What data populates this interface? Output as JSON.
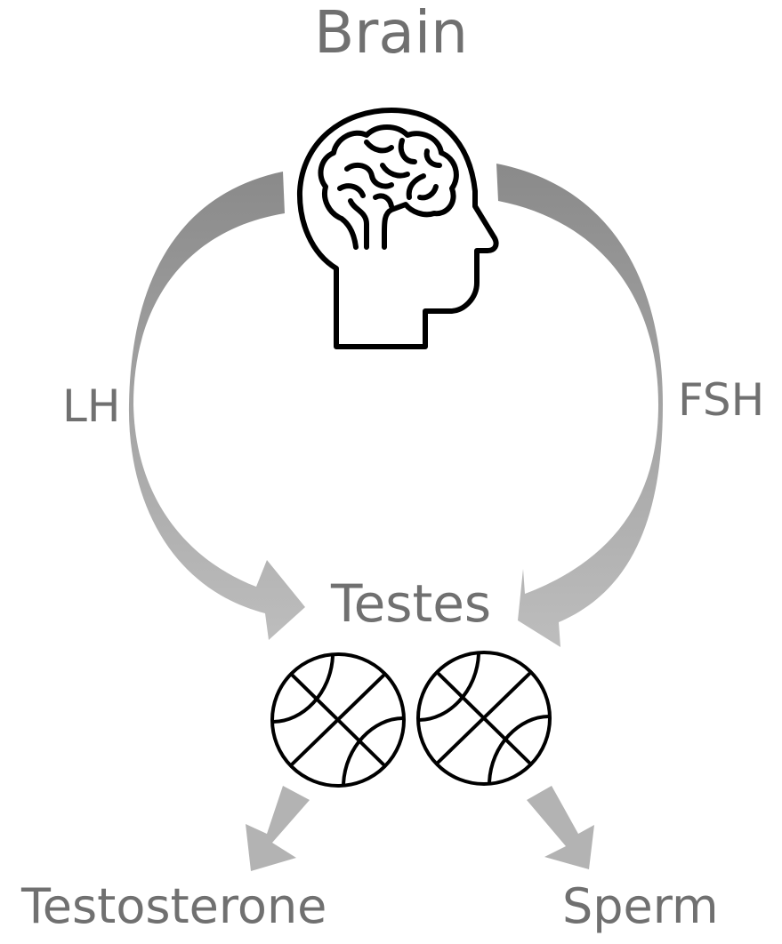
{
  "diagram": {
    "title": "Brain",
    "nodes": {
      "testes": "Testes",
      "testosterone": "Testosterone",
      "sperm": "Sperm"
    },
    "hormones": {
      "left": "LH",
      "right": "FSH"
    },
    "icons": {
      "brain": "head-with-brain-icon",
      "left_testis": "sphere-icon",
      "right_testis": "sphere-icon"
    },
    "colors": {
      "text": "#707070",
      "arrow_dark": "#8a8a8a",
      "arrow_light": "#b8b8b8",
      "outline": "#000000"
    }
  }
}
